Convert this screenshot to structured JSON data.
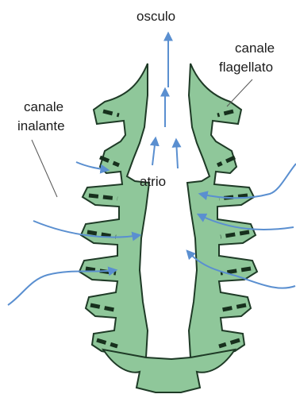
{
  "labels": {
    "osculum": "osculo",
    "flagellated_canal_line1": "canale",
    "flagellated_canal_line2": "flagellato",
    "incurrent_canal_line1": "canale",
    "incurrent_canal_line2": "inalante",
    "atrium": "atrio"
  },
  "colors": {
    "body_wall": "#8fc79a",
    "outline": "#1e3a26",
    "choanocyte_band": "#17301d",
    "canal_gap": "#ffffff",
    "water_flow": "#5a8fd0",
    "pointer_line": "#555555"
  }
}
